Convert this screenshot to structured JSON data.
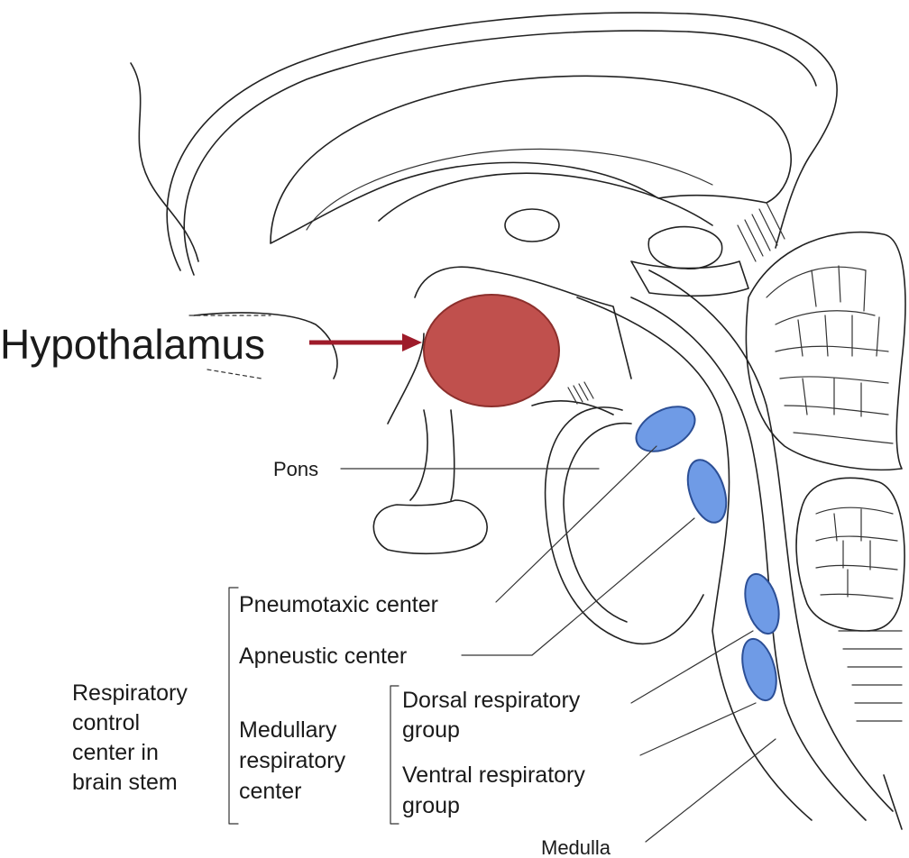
{
  "labels": {
    "hypothalamus": "Hypothalamus",
    "pons": "Pons",
    "pneumotaxic": "Pneumotaxic center",
    "apneustic": "Apneustic center",
    "respiratory_control": [
      "Respiratory",
      "control",
      "center in",
      "brain stem"
    ],
    "medullary": [
      "Medullary",
      "respiratory",
      "center"
    ],
    "dorsal": [
      "Dorsal respiratory",
      "group"
    ],
    "ventral": [
      "Ventral respiratory",
      "group"
    ],
    "medulla": "Medulla"
  },
  "colors": {
    "hypothalamus_fill": "#c0504d",
    "hypothalamus_stroke": "#8c2f2c",
    "arrow": "#9e1b2a",
    "center_fill": "#6f9be6",
    "center_stroke": "#2c4f96",
    "line": "#222222"
  }
}
